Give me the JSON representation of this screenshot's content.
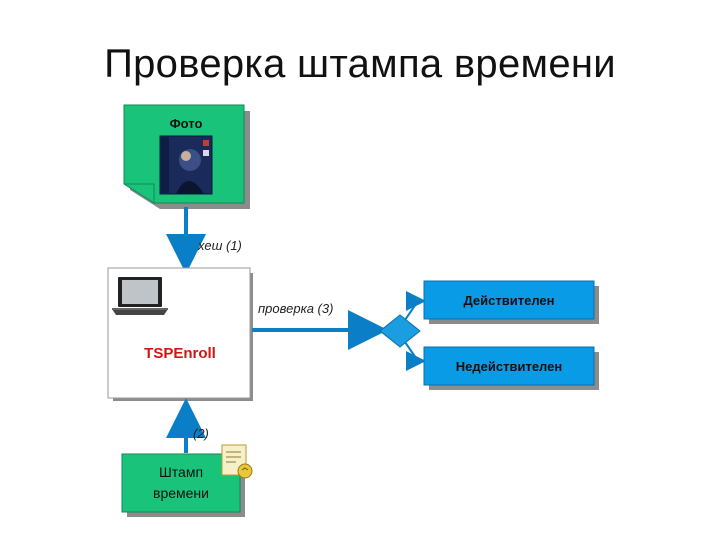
{
  "slide": {
    "title": "Проверка штампа времени"
  },
  "diagram": {
    "photo": {
      "label": "Фото"
    },
    "client": {
      "label": "TSPEnroll"
    },
    "timestamp": {
      "line1": "Штамп",
      "line2": "времени"
    },
    "results": {
      "valid": "Действителен",
      "invalid": "Недействителен"
    },
    "arrows": {
      "hash": "хеш (1)",
      "step2": "(2)",
      "verify": "проверка (3)"
    },
    "colors": {
      "green": "#19c47a",
      "blue": "#0a9be6",
      "arrow": "#0a7fc8",
      "diamond": "#1a9ee0"
    }
  }
}
